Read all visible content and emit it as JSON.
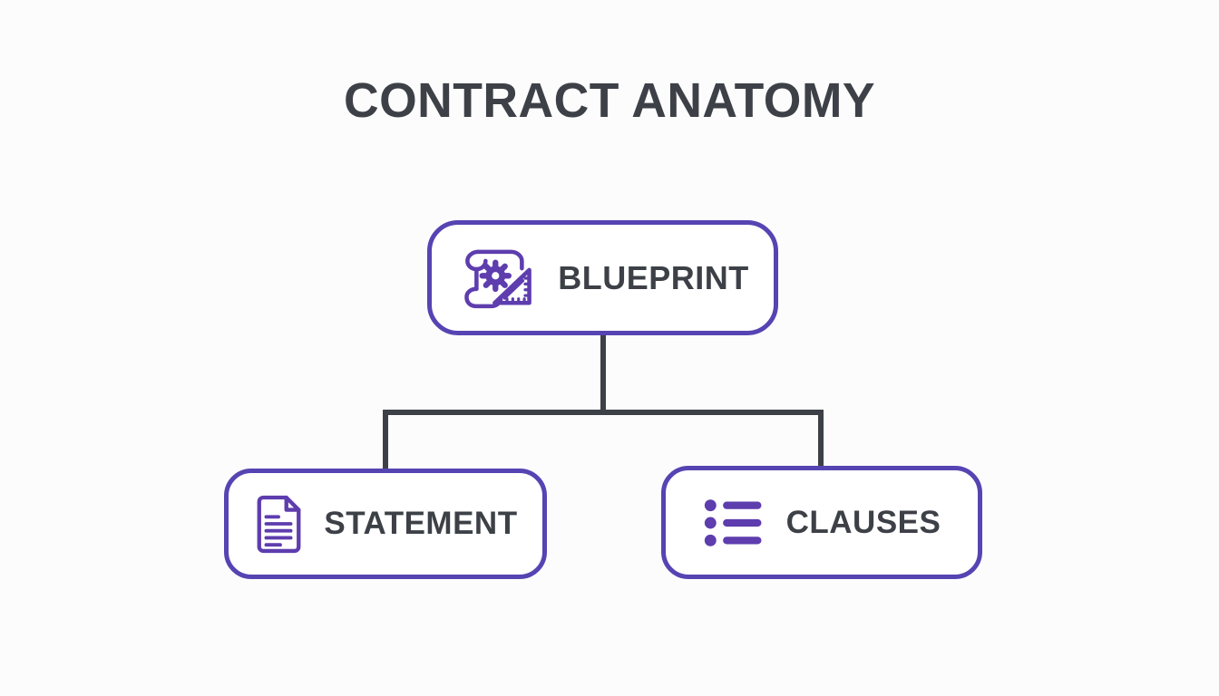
{
  "title": "CONTRACT ANATOMY",
  "colors": {
    "purple": "#5544b2",
    "icon_purple": "#5e3dae",
    "charcoal": "#3d4147",
    "background": "#fcfcfd",
    "node_fill": "#ffffff"
  },
  "diagram": {
    "type": "tree",
    "root": {
      "label": "BLUEPRINT",
      "icon": "blueprint-scroll-icon"
    },
    "children": [
      {
        "label": "STATEMENT",
        "icon": "document-lines-icon"
      },
      {
        "label": "CLAUSES",
        "icon": "bullet-list-icon"
      }
    ]
  }
}
